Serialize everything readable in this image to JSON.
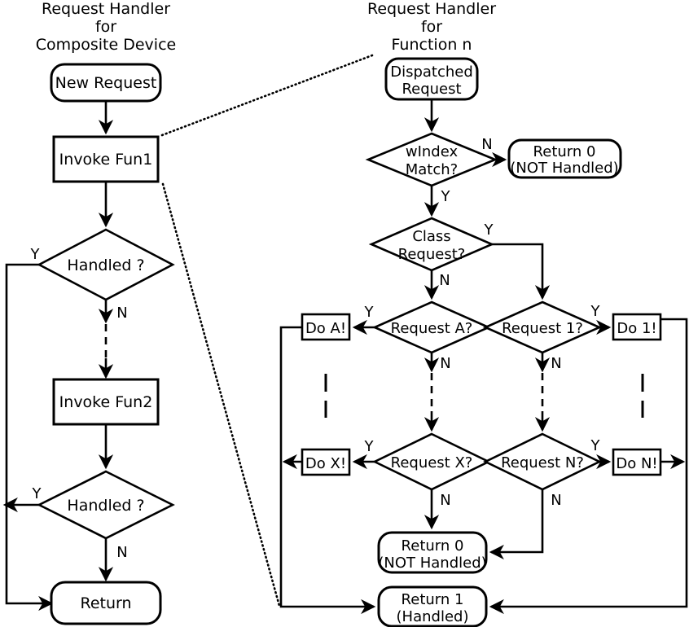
{
  "figure": {
    "kind": "flowchart",
    "background": "#ffffff",
    "line_color": "#000000"
  },
  "left_panel": {
    "title_line1": "Request Handler",
    "title_line2": "for",
    "title_line3": "Composite Device",
    "nodes": {
      "new_request": "New Request",
      "invoke_fun1": "Invoke Fun1",
      "handled1": "Handled ?",
      "invoke_fun2": "Invoke Fun2",
      "handled2": "Handled ?",
      "return": "Return"
    },
    "branches": {
      "handled1_yes": "Y",
      "handled1_no": "N",
      "handled2_yes": "Y",
      "handled2_no": "N"
    }
  },
  "right_panel": {
    "title_line1": "Request Handler",
    "title_line2": "for",
    "title_line3": "Function n",
    "nodes": {
      "dispatched_request_l1": "Dispatched",
      "dispatched_request_l2": "Request",
      "windex_match_l1": "wIndex",
      "windex_match_l2": "Match?",
      "return0_top_l1": "Return 0",
      "return0_top_l2": "(NOT Handled)",
      "class_request_l1": "Class",
      "class_request_l2": "Request?",
      "request_a": "Request A?",
      "request_x": "Request X?",
      "request_1": "Request 1?",
      "request_n": "Request N?",
      "do_a": "Do A!",
      "do_x": "Do X!",
      "do_1": "Do 1!",
      "do_n": "Do N!",
      "return0_bottom_l1": "Return 0",
      "return0_bottom_l2": "(NOT Handled)",
      "return1_l1": "Return 1",
      "return1_l2": "(Handled)"
    },
    "branches": {
      "windex_no": "N",
      "windex_yes": "Y",
      "class_yes": "Y",
      "class_no": "N",
      "request_a_yes": "Y",
      "request_a_no": "N",
      "request_x_yes": "Y",
      "request_x_no": "N",
      "request_1_yes": "Y",
      "request_1_no": "N",
      "request_n_yes": "Y",
      "request_n_no": "N"
    }
  }
}
